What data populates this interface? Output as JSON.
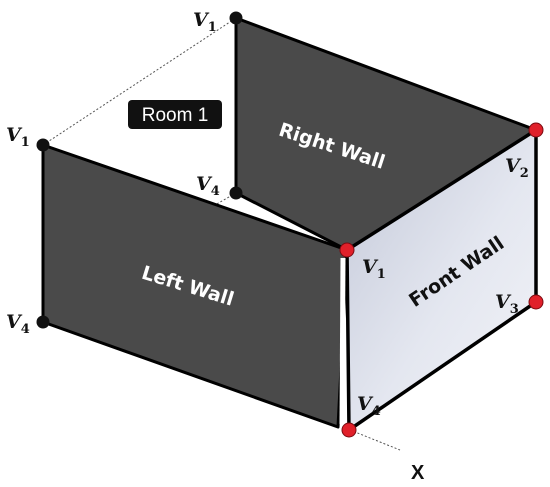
{
  "walls": {
    "right": "Right Wall",
    "left": "Left Wall",
    "front": "Front Wall"
  },
  "room_label": "Room 1",
  "axis_label": "X",
  "vertex_prefix": "V",
  "vertices": {
    "right_v1": "1",
    "right_v4": "4",
    "left_v1": "1",
    "left_v4": "4",
    "front_v1": "1",
    "front_v2": "2",
    "front_v3": "3",
    "front_v4": "4"
  },
  "colors": {
    "wall_dark": "#4a4a4a",
    "front_light": "#dfe3ee",
    "front_shadow": "#a9afc2",
    "vertex_black": "#111111",
    "vertex_red": "#e0202a"
  }
}
